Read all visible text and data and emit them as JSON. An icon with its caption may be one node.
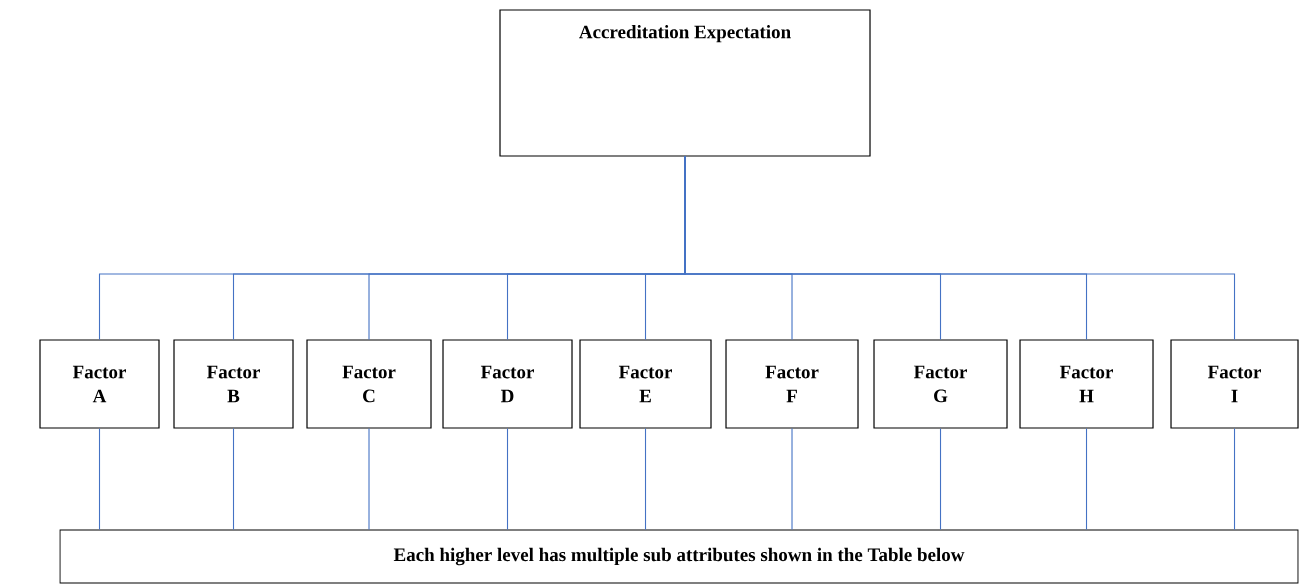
{
  "diagram": {
    "nodes": [
      {
        "text": [
          "Accreditation Expectation"
        ]
      },
      {
        "text": [
          "Factor A"
        ]
      },
      {
        "text": [
          "Factor B"
        ]
      },
      {
        "text": [
          "Factor C"
        ]
      },
      {
        "text": [
          "Factor D"
        ]
      },
      {
        "text": [
          "Factor E"
        ]
      },
      {
        "text": [
          "Factor F"
        ]
      },
      {
        "text": [
          "Factor G"
        ]
      },
      {
        "text": [
          "Factor H"
        ]
      },
      {
        "text": [
          "Factor I"
        ]
      },
      {
        "text": [
          "Each higher level has multiple sub attributes shown in the Table below"
        ]
      }
    ],
    "edges": [
      {
        "from": 0,
        "to": 1,
        "arrow": "none"
      },
      {
        "from": 0,
        "to": 2,
        "arrow": "none"
      },
      {
        "from": 0,
        "to": 3,
        "arrow": "none"
      },
      {
        "from": 0,
        "to": 4,
        "arrow": "none"
      },
      {
        "from": 0,
        "to": 5,
        "arrow": "none"
      },
      {
        "from": 0,
        "to": 6,
        "arrow": "none"
      },
      {
        "from": 0,
        "to": 7,
        "arrow": "none"
      },
      {
        "from": 0,
        "to": 8,
        "arrow": "none"
      },
      {
        "from": 0,
        "to": 9,
        "arrow": "none"
      },
      {
        "from": 1,
        "to": 10,
        "arrow": "none"
      },
      {
        "from": 2,
        "to": 10,
        "arrow": "none"
      },
      {
        "from": 3,
        "to": 10,
        "arrow": "none"
      },
      {
        "from": 4,
        "to": 10,
        "arrow": "none"
      },
      {
        "from": 5,
        "to": 10,
        "arrow": "none"
      },
      {
        "from": 6,
        "to": 10,
        "arrow": "none"
      },
      {
        "from": 7,
        "to": 10,
        "arrow": "none"
      },
      {
        "from": 8,
        "to": 10,
        "arrow": "none"
      },
      {
        "from": 9,
        "to": 10,
        "arrow": "none"
      }
    ]
  }
}
